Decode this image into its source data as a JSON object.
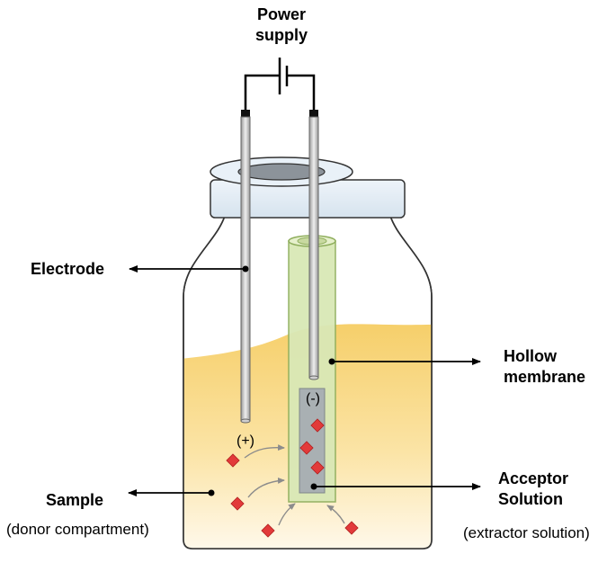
{
  "labels": {
    "power_line1": "Power",
    "power_line2": "supply",
    "electrode": "Electrode",
    "hollow_line1": "Hollow",
    "hollow_line2": "membrane",
    "sample": "Sample",
    "sample_sub": "(donor compartment)",
    "acceptor_line1": "Acceptor",
    "acceptor_line2": "Solution",
    "acceptor_sub": "(extractor solution)",
    "positive_sign": "(+)",
    "negative_sign": "(-)"
  },
  "colors": {
    "sample_fill": "#f6cf6a",
    "membrane": "#d9e8b6",
    "membrane_stroke": "#8fae5d",
    "acceptor": "#a9b0b3",
    "analyte": "#e23a3a",
    "cap": "#e4eef6",
    "electrode": "#c6c6c6"
  },
  "icons": {
    "battery": "battery-icon",
    "analyte": "diamond-icon",
    "diffusion": "curved-arrow-icon"
  }
}
